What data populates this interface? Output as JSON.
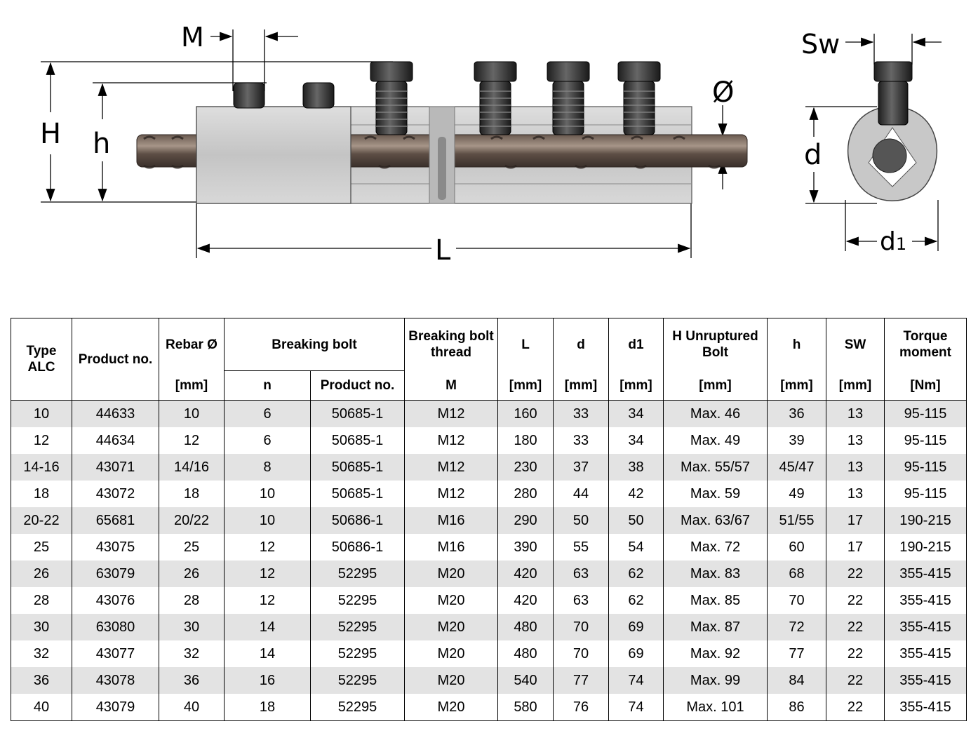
{
  "drawing": {
    "labels": {
      "M": "M",
      "H": "H",
      "h": "h",
      "L": "L",
      "dia": "Ø",
      "Sw": "Sw",
      "d": "d",
      "d1_main": "d",
      "d1_sub": "1"
    }
  },
  "table": {
    "header": {
      "type": "Type ALC",
      "product_no": "Product no.",
      "rebar": "Rebar Ø",
      "rebar_unit": "[mm]",
      "breaking_bolt": "Breaking bolt",
      "bolt_n": "n",
      "bolt_product_no": "Product no.",
      "thread": "Breaking bolt thread",
      "thread_unit": "M",
      "L": "L",
      "L_unit": "[mm]",
      "d": "d",
      "d_unit": "[mm]",
      "d1": "d1",
      "d1_unit": "[mm]",
      "H": "H Unruptured Bolt",
      "H_unit": "[mm]",
      "h": "h",
      "h_unit": "[mm]",
      "sw": "SW",
      "sw_unit": "[mm]",
      "torque": "Torque moment",
      "torque_unit": "[Nm]"
    },
    "rows": [
      [
        "10",
        "44633",
        "10",
        "6",
        "50685-1",
        "M12",
        "160",
        "33",
        "34",
        "Max. 46",
        "36",
        "13",
        "95-115"
      ],
      [
        "12",
        "44634",
        "12",
        "6",
        "50685-1",
        "M12",
        "180",
        "33",
        "34",
        "Max. 49",
        "39",
        "13",
        "95-115"
      ],
      [
        "14-16",
        "43071",
        "14/16",
        "8",
        "50685-1",
        "M12",
        "230",
        "37",
        "38",
        "Max. 55/57",
        "45/47",
        "13",
        "95-115"
      ],
      [
        "18",
        "43072",
        "18",
        "10",
        "50685-1",
        "M12",
        "280",
        "44",
        "42",
        "Max. 59",
        "49",
        "13",
        "95-115"
      ],
      [
        "20-22",
        "65681",
        "20/22",
        "10",
        "50686-1",
        "M16",
        "290",
        "50",
        "50",
        "Max. 63/67",
        "51/55",
        "17",
        "190-215"
      ],
      [
        "25",
        "43075",
        "25",
        "12",
        "50686-1",
        "M16",
        "390",
        "55",
        "54",
        "Max. 72",
        "60",
        "17",
        "190-215"
      ],
      [
        "26",
        "63079",
        "26",
        "12",
        "52295",
        "M20",
        "420",
        "63",
        "62",
        "Max. 83",
        "68",
        "22",
        "355-415"
      ],
      [
        "28",
        "43076",
        "28",
        "12",
        "52295",
        "M20",
        "420",
        "63",
        "62",
        "Max. 85",
        "70",
        "22",
        "355-415"
      ],
      [
        "30",
        "63080",
        "30",
        "14",
        "52295",
        "M20",
        "480",
        "70",
        "69",
        "Max. 87",
        "72",
        "22",
        "355-415"
      ],
      [
        "32",
        "43077",
        "32",
        "14",
        "52295",
        "M20",
        "480",
        "70",
        "69",
        "Max. 92",
        "77",
        "22",
        "355-415"
      ],
      [
        "36",
        "43078",
        "36",
        "16",
        "52295",
        "M20",
        "540",
        "77",
        "74",
        "Max. 99",
        "84",
        "22",
        "355-415"
      ],
      [
        "40",
        "43079",
        "40",
        "18",
        "52295",
        "M20",
        "580",
        "76",
        "74",
        "Max. 101",
        "86",
        "22",
        "355-415"
      ]
    ],
    "shade_color": "#e3e3e3"
  }
}
